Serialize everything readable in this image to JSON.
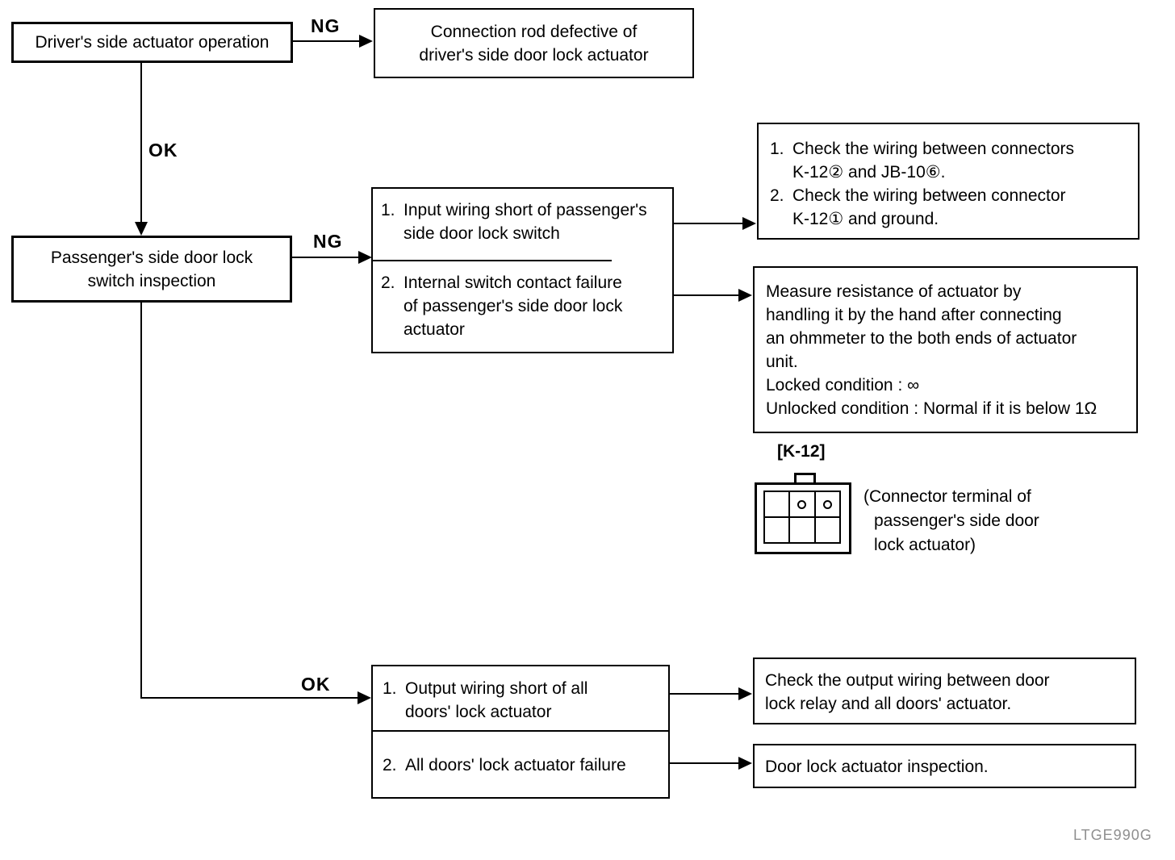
{
  "page": {
    "background": "#ffffff",
    "ink": "#000000",
    "code_label": "LTGE990G",
    "code_color": "#8f8f8f"
  },
  "flow_labels": {
    "ng_top": "NG",
    "ok_top": "OK",
    "ng_mid": "NG",
    "ok_bottom": "OK"
  },
  "boxes": {
    "driver": {
      "text": "Driver's side actuator operation"
    },
    "connection_rod": {
      "lines": [
        "Connection rod defective of",
        "driver's side door lock actuator"
      ]
    },
    "passenger": {
      "lines": [
        "Passenger's side door lock",
        "switch inspection"
      ]
    },
    "causes": {
      "item1": {
        "num": "1.",
        "lines": [
          "Input wiring short of passenger's",
          "side door lock switch"
        ]
      },
      "item2": {
        "num": "2.",
        "lines": [
          "Internal switch contact failure",
          "of passenger's side door lock",
          "actuator"
        ]
      }
    },
    "check_wiring": {
      "item1": {
        "num": "1.",
        "lines": [
          "Check the wiring between connectors",
          "K-12② and JB-10⑥."
        ]
      },
      "item2": {
        "num": "2.",
        "lines": [
          "Check the wiring between connector",
          "K-12① and ground."
        ]
      }
    },
    "measure": {
      "lines": [
        "Measure resistance of actuator by",
        "handling it by the hand after connecting",
        "an ohmmeter to the both ends of actuator",
        "unit.",
        "Locked condition : ∞",
        "Unlocked condition : Normal if it is below 1Ω"
      ]
    },
    "output_wiring": {
      "item1": {
        "num": "1.",
        "lines": [
          "Output wiring short of all",
          "doors' lock actuator"
        ]
      },
      "item2": {
        "num": "2.",
        "lines": [
          "All doors' lock actuator failure"
        ]
      }
    },
    "check_output": {
      "lines": [
        "Check the output wiring between door",
        "lock relay and all doors' actuator."
      ]
    },
    "door_lock_inspection": {
      "lines": [
        "Door lock actuator inspection."
      ]
    }
  },
  "connector": {
    "label": "[K-12]",
    "caption_lines": [
      "(Connector terminal of",
      "passenger's side door",
      "lock actuator)"
    ]
  }
}
